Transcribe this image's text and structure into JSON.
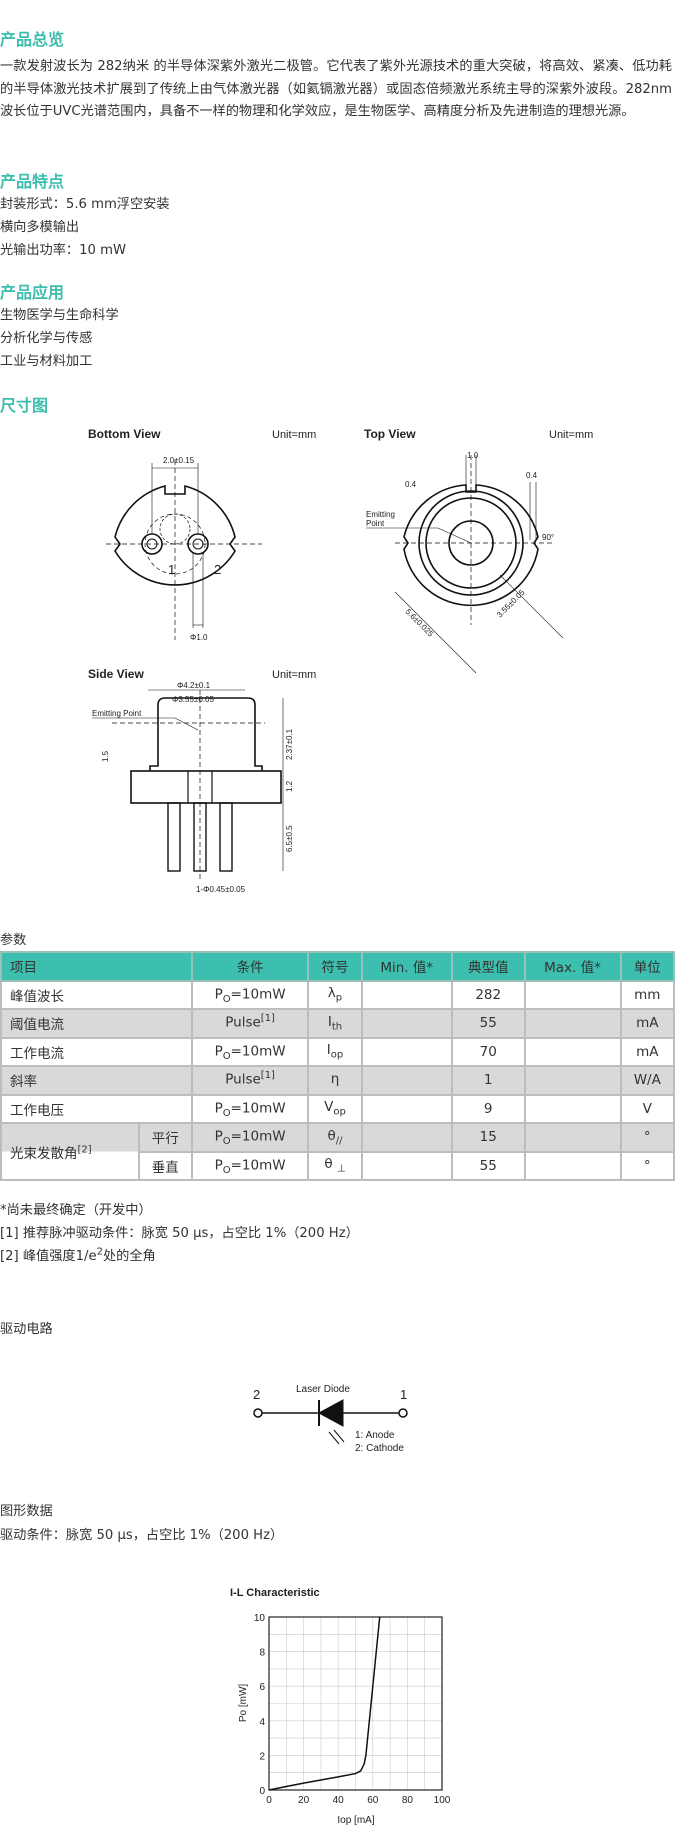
{
  "overview": {
    "title": "产品总览",
    "text": "一款发射波长为 282纳米 的半导体深紫外激光二极管。它代表了紫外光源技术的重大突破，将高效、紧凑、低功耗的半导体激光技术扩展到了传统上由气体激光器（如氦镉激光器）或固态倍频激光系统主导的深紫外波段。282nm波长位于UVC光谱范围内，具备不一样的物理和化学效应，是生物医学、高精度分析及先进制造的理想光源。"
  },
  "features": {
    "title": "产品特点",
    "items": [
      "封装形式：5.6 mm浮空安装",
      "横向多模输出",
      "光输出功率：10 mW"
    ]
  },
  "applications": {
    "title": "产品应用",
    "items": [
      "生物医学与生命科学",
      "分析化学与传感",
      "工业与材料加工"
    ]
  },
  "dimensions": {
    "title": "尺寸图",
    "bottom_view": {
      "title": "Bottom View",
      "unit": "Unit=mm",
      "dim_pitch": "2.0±0.15",
      "dim_pin": "Φ1.0",
      "pin1": "1",
      "pin2": "2"
    },
    "top_view": {
      "title": "Top View",
      "unit": "Unit=mm",
      "dim_slot": "1.0",
      "dim_depth": "0.4",
      "dim_notch": "0.4",
      "emitting": "Emitting",
      "point": "Point",
      "angle": "90°",
      "dim_outer": "5.6±0.025",
      "dim_inner": "3.55±0.05"
    },
    "side_view": {
      "title": "Side View",
      "unit": "Unit=mm",
      "dim_cap": "Φ4.2±0.1",
      "dim_window": "Φ3.55±0.05",
      "emitting": "Emitting Point",
      "dim_height": "1.5",
      "dim_cap_h": "2.37±0.1",
      "dim_base": "1.2",
      "dim_pin_len": "6.5±0.5",
      "dim_pin_d": "1-Φ0.45±0.05"
    }
  },
  "params": {
    "title": "参数",
    "headers": [
      "项目",
      "条件",
      "符号",
      "Min. 值*",
      "典型值",
      "Max. 值*",
      "单位"
    ],
    "rows": [
      {
        "item": "峰值波长",
        "cond": "P",
        "cond_sub": "O",
        "cond_rest": "=10mW",
        "cond_sup": "",
        "sym": "λ",
        "sym_sub": "p",
        "min": "",
        "typ": "282",
        "max": "",
        "unit": "mm"
      },
      {
        "item": "阈值电流",
        "cond": "Pulse",
        "cond_sub": "",
        "cond_rest": "",
        "cond_sup": "[1]",
        "sym": "I",
        "sym_sub": "th",
        "min": "",
        "typ": "55",
        "max": "",
        "unit": "mA"
      },
      {
        "item": "工作电流",
        "cond": "P",
        "cond_sub": "O",
        "cond_rest": "=10mW",
        "cond_sup": "",
        "sym": "I",
        "sym_sub": "op",
        "min": "",
        "typ": "70",
        "max": "",
        "unit": "mA"
      },
      {
        "item": "斜率",
        "cond": "Pulse",
        "cond_sub": "",
        "cond_rest": "",
        "cond_sup": "[1]",
        "sym": "η",
        "sym_sub": "",
        "min": "",
        "typ": "1",
        "max": "",
        "unit": "W/A"
      },
      {
        "item": "工作电压",
        "cond": "P",
        "cond_sub": "O",
        "cond_rest": "=10mW",
        "cond_sup": "",
        "sym": "V",
        "sym_sub": "op",
        "min": "",
        "typ": "9",
        "max": "",
        "unit": "V"
      },
      {
        "item": "光束发散角",
        "item_sup": "[2]",
        "sub_item": "平行",
        "cond": "P",
        "cond_sub": "O",
        "cond_rest": "=10mW",
        "cond_sup": "",
        "sym": "θ",
        "sym_sub": "//",
        "min": "",
        "typ": "15",
        "max": "",
        "unit": "°"
      },
      {
        "sub_item": "垂直",
        "cond": "P",
        "cond_sub": "O",
        "cond_rest": "=10mW",
        "cond_sup": "",
        "sym": "θ ",
        "sym_sub": "⊥",
        "min": "",
        "typ": "55",
        "max": "",
        "unit": "°"
      }
    ],
    "notes": [
      "*尚未最终确定（开发中）",
      "[1] 推荐脉冲驱动条件：脉宽 50 µs，占空比 1%（200 Hz）"
    ],
    "note2_pre": "[2] 峰值强度1/e",
    "note2_sup": "2",
    "note2_post": "处的全角"
  },
  "circuit": {
    "title": "驱动电路",
    "label": "Laser Diode",
    "pin2": "2",
    "pin1": "1",
    "anode": "1: Anode",
    "cathode": "2: Cathode"
  },
  "graph": {
    "title": "图形数据",
    "condition": "驱动条件：脉宽 50 µs，占空比 1%（200 Hz）"
  },
  "chart_data": {
    "type": "line",
    "title": "I-L Characteristic",
    "xlabel": "Iop [mA]",
    "ylabel": "Po [mW]",
    "xlim": [
      0,
      100
    ],
    "ylim": [
      0,
      10
    ],
    "xticks": [
      "0",
      "20",
      "40",
      "60",
      "80",
      "100"
    ],
    "yticks": [
      "0",
      "2",
      "4",
      "6",
      "8",
      "10"
    ],
    "grid": true,
    "series": [
      {
        "name": "Po",
        "x": [
          0,
          10,
          20,
          30,
          40,
          50,
          53,
          55,
          56,
          57,
          58,
          60,
          62,
          64
        ],
        "y": [
          0,
          0.2,
          0.4,
          0.58,
          0.76,
          0.95,
          1.1,
          1.5,
          2.0,
          3.0,
          4.0,
          6.0,
          8.0,
          10.0
        ]
      }
    ]
  },
  "colors": {
    "accent": "#3dbdad",
    "header_bg": "#3cbfae",
    "row_alt": "#d9d9d9"
  }
}
